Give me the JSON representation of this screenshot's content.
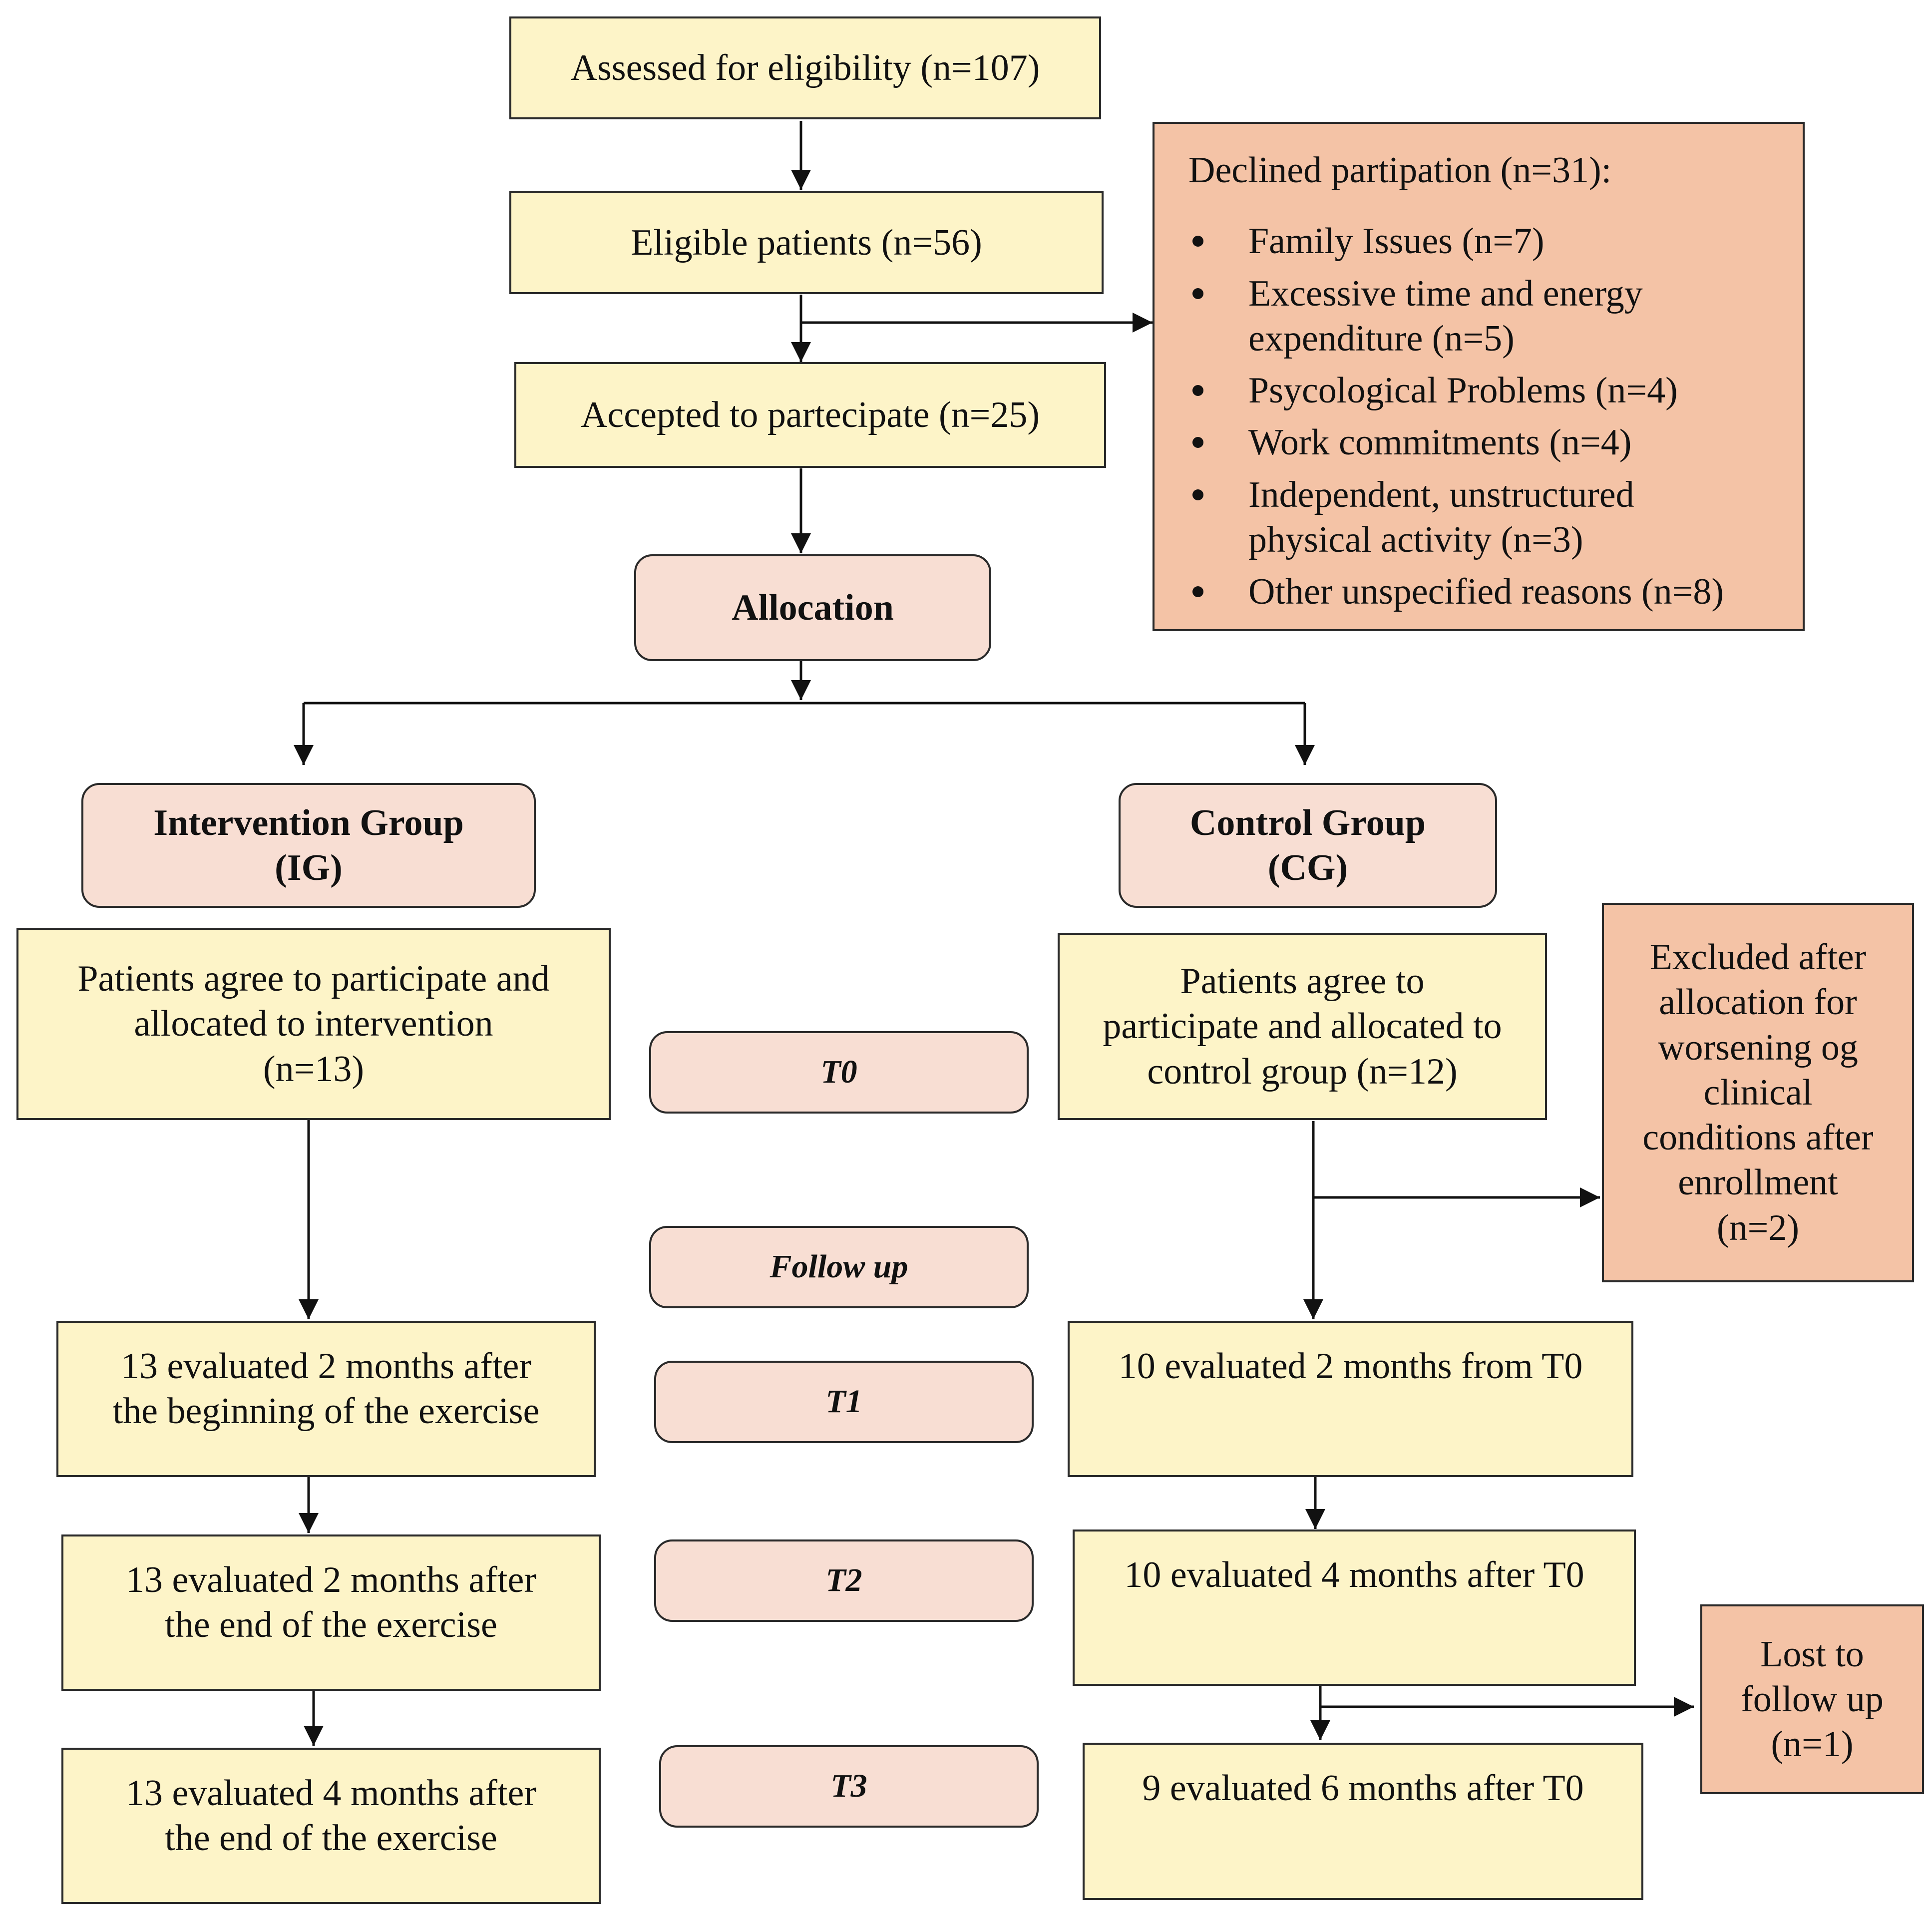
{
  "assessed": {
    "text": "Assessed for eligibility (n=107)"
  },
  "eligible": {
    "text": "Eligible patients (n=56)"
  },
  "accepted": {
    "text": "Accepted to partecipate (n=25)"
  },
  "declined": {
    "title": "Declined partipation (n=31):",
    "items": [
      [
        "Family Issues (n=7)"
      ],
      [
        "Excessive time and energy",
        "expenditure (n=5)"
      ],
      [
        "Psycological Problems (n=4)"
      ],
      [
        "Work commitments (n=4)"
      ],
      [
        "Independent, unstructured",
        "physical activity (n=3)"
      ],
      [
        "Other unspecified reasons (n=8)"
      ]
    ]
  },
  "allocation": {
    "text": "Allocation"
  },
  "intervention_group": {
    "lines": [
      "Intervention Group",
      "(IG)"
    ]
  },
  "control_group": {
    "lines": [
      "Control Group",
      "(CG)"
    ]
  },
  "ig_allocated": {
    "lines": [
      "Patients agree to participate and",
      "allocated to intervention",
      "(n=13)"
    ]
  },
  "cg_allocated": {
    "lines": [
      "Patients agree to",
      "participate and allocated to",
      "control group (n=12)"
    ]
  },
  "excluded": {
    "lines": [
      "Excluded after",
      "allocation for",
      "worsening og",
      "clinical",
      "conditions after",
      "enrollment",
      "(n=2)"
    ]
  },
  "timepoints": {
    "t0": "T0",
    "follow_up": "Follow up",
    "t1": "T1",
    "t2": "T2",
    "t3": "T3"
  },
  "ig_t1": {
    "lines": [
      "13 evaluated 2 months after",
      "the beginning of the exercise"
    ]
  },
  "ig_t2": {
    "lines": [
      "13 evaluated 2 months after",
      "the end of the exercise"
    ]
  },
  "ig_t3": {
    "lines": [
      "13 evaluated 4 months after",
      "the end of the exercise"
    ]
  },
  "cg_t1": {
    "text": "10 evaluated 2 months from T0"
  },
  "cg_t2": {
    "text": "10 evaluated 4 months after T0"
  },
  "cg_t3": {
    "text": "9 evaluated 6 months after T0"
  },
  "lost": {
    "lines": [
      "Lost to",
      "follow up",
      "(n=1)"
    ]
  }
}
